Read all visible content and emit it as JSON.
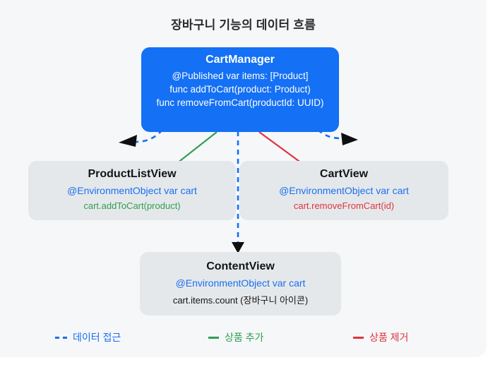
{
  "title": "장바구니 기능의 데이터 흐름",
  "colors": {
    "accent_blue": "#1470F5",
    "text_blue": "#1A6FF0",
    "green": "#2F9E50",
    "red": "#DF3440",
    "card_bg": "#F6F7F9",
    "node_gray_bg": "#E5E8EA",
    "arrowhead_black": "#0F0F10"
  },
  "nodes": {
    "cart_manager": {
      "title": "CartManager",
      "line1": "@Published var items: [Product]",
      "line2": "func addToCart(product: Product)",
      "line3": "func removeFromCart(productId: UUID)"
    },
    "product_list_view": {
      "title": "ProductListView",
      "env_line": "@EnvironmentObject var cart",
      "action_line": "cart.addToCart(product)"
    },
    "cart_view": {
      "title": "CartView",
      "env_line": "@EnvironmentObject var cart",
      "action_line": "cart.removeFromCart(id)"
    },
    "content_view": {
      "title": "ContentView",
      "env_line": "@EnvironmentObject var cart",
      "detail_line": "cart.items.count (장바구니 아이콘)"
    }
  },
  "edges": [
    {
      "from": "CartManager",
      "to": "ProductListView",
      "label": "데이터 접근",
      "style": "dashed-blue"
    },
    {
      "from": "CartManager",
      "to": "CartView",
      "label": "데이터 접근",
      "style": "dashed-blue"
    },
    {
      "from": "CartManager",
      "to": "ContentView",
      "label": "데이터 접근",
      "style": "dashed-blue"
    },
    {
      "from": "ProductListView",
      "to": "CartManager",
      "label": "상품 추가",
      "style": "solid-green"
    },
    {
      "from": "CartView",
      "to": "CartManager",
      "label": "상품 제거",
      "style": "solid-red"
    }
  ],
  "legend": {
    "data_access": "데이터 접근",
    "add_product": "상품 추가",
    "remove_product": "상품 제거"
  }
}
